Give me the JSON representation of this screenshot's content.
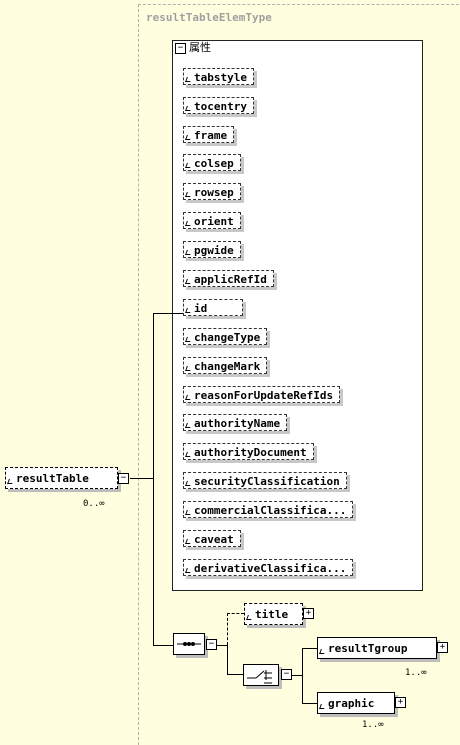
{
  "type_name": "resultTableElemType",
  "attributes_header": "属性",
  "attributes": [
    "tabstyle",
    "tocentry",
    "frame",
    "colsep",
    "rowsep",
    "orient",
    "pgwide",
    "applicRefId",
    "id",
    "changeType",
    "changeMark",
    "reasonForUpdateRefIds",
    "authorityName",
    "authorityDocument",
    "securityClassification",
    "commercialClassifica...",
    "caveat",
    "derivativeClassifica..."
  ],
  "root": {
    "name": "resultTable",
    "multiplicity": "0..∞"
  },
  "title_element": {
    "name": "title"
  },
  "choice_elements": [
    {
      "name": "resultTgroup",
      "multiplicity": "1..∞"
    },
    {
      "name": "graphic",
      "multiplicity": "1..∞"
    }
  ],
  "icons": {
    "expand": "plus-icon",
    "collapse": "minus-icon"
  }
}
